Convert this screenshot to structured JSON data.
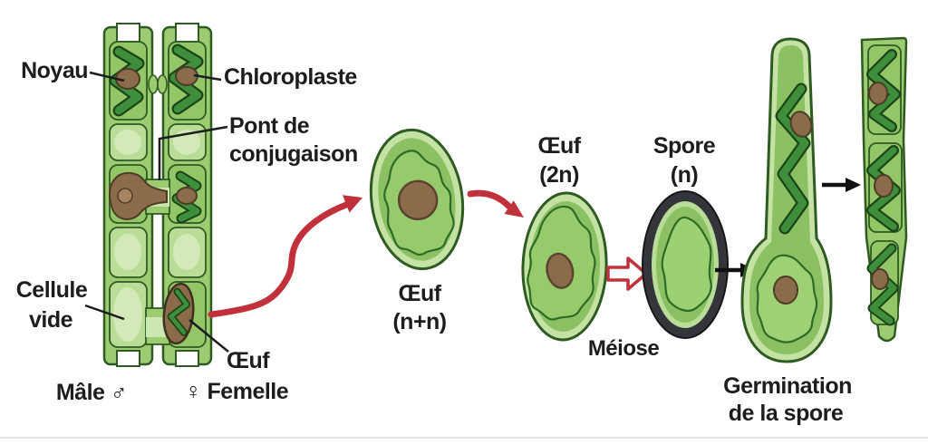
{
  "diagram": {
    "subject": "Cycle de conjugaison et reproduction (algue filamenteuse)",
    "labels": {
      "noyau": "Noyau",
      "chloroplaste": "Chloroplaste",
      "pont_1": "Pont de",
      "pont_2": "conjugaison",
      "cellule_1": "Cellule",
      "cellule_2": "vide",
      "oeuf_zygote": "Œuf",
      "male": "Mâle ♂",
      "femelle": "♀ Femelle",
      "oeuf_nn_1": "Œuf",
      "oeuf_nn_2": "(n+n)",
      "oeuf_2n_1": "Œuf",
      "oeuf_2n_2": "(2n)",
      "spore_1": "Spore",
      "spore_2": "(n)",
      "meiose": "Méiose",
      "germination_1": "Germination",
      "germination_2": "de la spore"
    },
    "colors": {
      "arrow_red": "#c0313c",
      "meiose_red": "#e5271f",
      "text_black": "#1d1d1d",
      "cell_wall_green": "#9ccb72",
      "cell_body_green": "#8cc163",
      "cell_rim_light": "#c3e2a4",
      "empty_cell_green": "#b9dd97",
      "empty_cell_center": "#d3eab8",
      "chloroplast_green": "#3e8e3c",
      "chloroplast_outline": "#1c4517",
      "outline_dark_green": "#2f5b22",
      "nucleus_brown": "#8a6b4a",
      "nucleus_outline": "#4f3c27",
      "spore_rim_black": "#34353b",
      "divider_gray": "#e4e4e4"
    }
  }
}
